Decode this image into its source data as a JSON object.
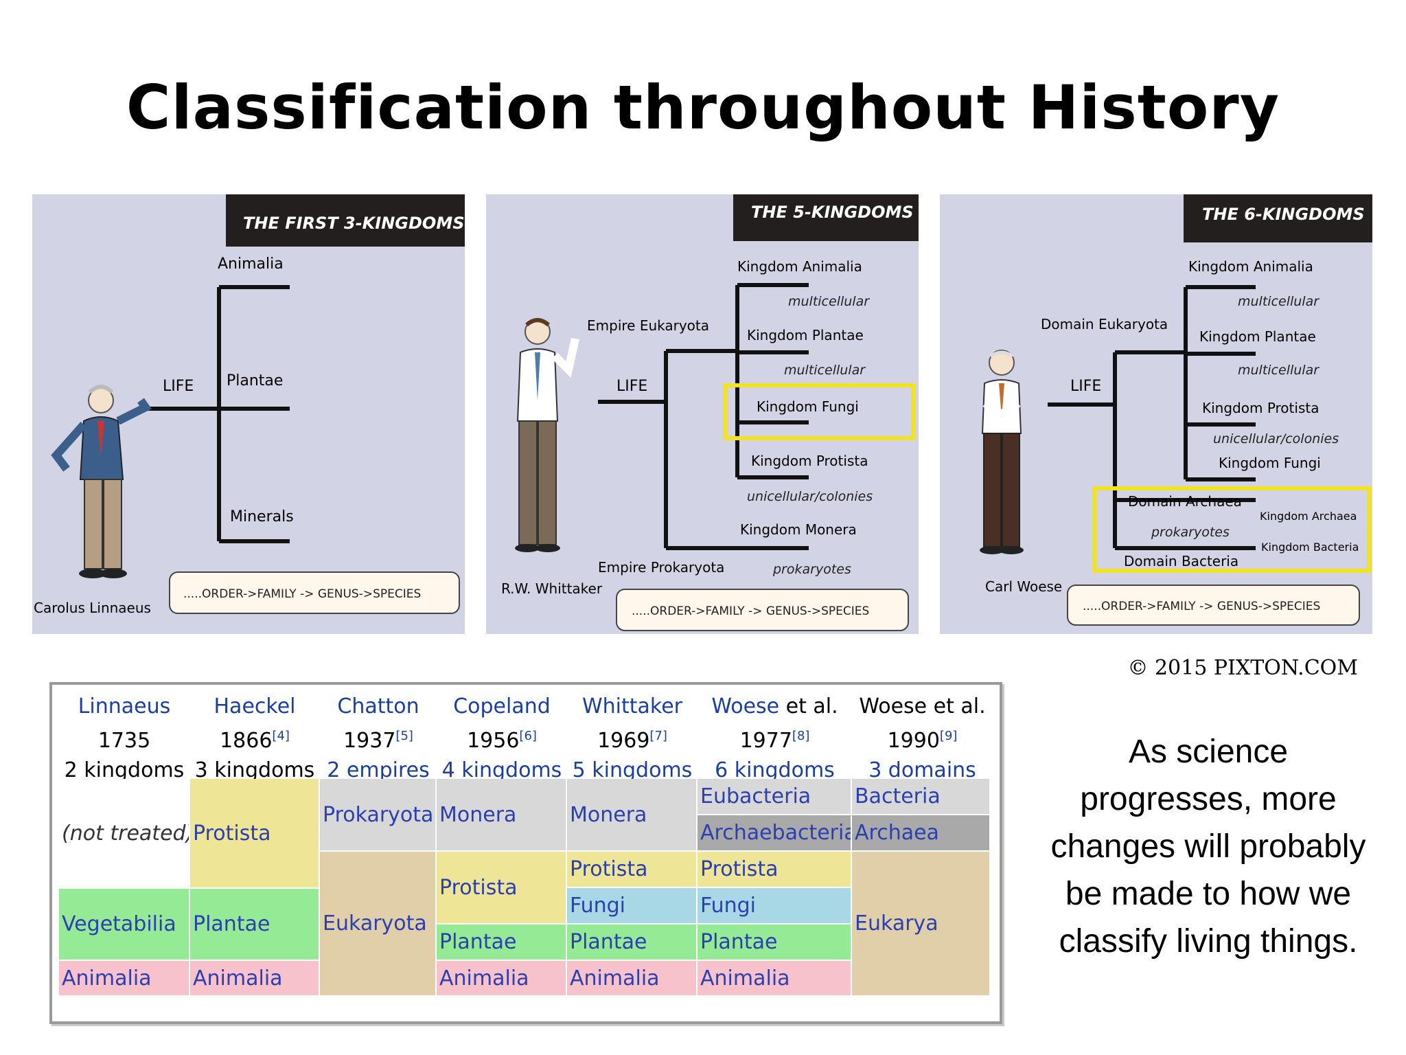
{
  "slide": {
    "title": "Classification throughout History",
    "copyright": "© 2015 PIXTON.COM",
    "note": "As science progresses,  more changes will probably be made to how we classify living things."
  },
  "panels": [
    {
      "header": "THE FIRST 3-KINGDOMS",
      "scientist": "Carolus Linnaeus",
      "life": "LIFE",
      "branches": [
        "Animalia",
        "Plantae",
        "Minerals"
      ],
      "caption": ".....ORDER->FAMILY -> GENUS->SPECIES"
    },
    {
      "header": "THE 5-KINGDOMS",
      "scientist": "R.W. Whittaker",
      "life": "LIFE",
      "empire_top": "Empire Eukaryota",
      "empire_bottom": "Empire Prokaryota",
      "kingdoms": [
        "Kingdom Animalia",
        "Kingdom Plantae",
        "Kingdom Fungi",
        "Kingdom Protista",
        "Kingdom Monera"
      ],
      "notes": [
        "multicellular",
        "multicellular",
        "unicellular/colonies",
        "prokaryotes"
      ],
      "caption": ".....ORDER->FAMILY -> GENUS->SPECIES"
    },
    {
      "header": "THE 6-KINGDOMS",
      "scientist": "Carl Woese",
      "life": "LIFE",
      "domain_top": "Domain Eukaryota",
      "kingdoms": [
        "Kingdom Animalia",
        "Kingdom Plantae",
        "Kingdom Protista",
        "Kingdom Fungi"
      ],
      "notes": [
        "multicellular",
        "multicellular",
        "unicellular/colonies",
        "prokaryotes"
      ],
      "domain_archaea": "Domain Archaea",
      "domain_bacteria": "Domain Bacteria",
      "kingdom_archaea": "Kingdom Archaea",
      "kingdom_bacteria": "Kingdom Bacteria",
      "caption": ".....ORDER->FAMILY -> GENUS->SPECIES"
    }
  ],
  "table": {
    "headers": [
      {
        "name": "Linnaeus",
        "year": "1735",
        "ref": "",
        "count": "2 kingdoms"
      },
      {
        "name": "Haeckel",
        "year": "1866",
        "ref": "[4]",
        "count": "3 kingdoms"
      },
      {
        "name": "Chatton",
        "year": "1937",
        "ref": "[5]",
        "count": "2 empires"
      },
      {
        "name": "Copeland",
        "year": "1956",
        "ref": "[6]",
        "count": "4 kingdoms"
      },
      {
        "name": "Whittaker",
        "year": "1969",
        "ref": "[7]",
        "count": "5 kingdoms"
      },
      {
        "name": "Woese",
        "suffix": " et al.",
        "year": "1977",
        "ref": "[8]",
        "count": "6 kingdoms"
      },
      {
        "name": "",
        "suffix": "Woese et al.",
        "year": "1990",
        "ref": "[9]",
        "count": "3 domains"
      }
    ],
    "cells": {
      "not_treated": "(not treated)",
      "vegetabilia": "Vegetabilia",
      "animalia": "Animalia",
      "protista": "Protista",
      "plantae": "Plantae",
      "prokaryota": "Prokaryota",
      "eukaryota": "Eukaryota",
      "monera": "Monera",
      "fungi": "Fungi",
      "eubacteria": "Eubacteria",
      "archaebacteria": "Archaebacteria",
      "bacteria": "Bacteria",
      "archaea": "Archaea",
      "eukarya": "Eukarya"
    }
  }
}
